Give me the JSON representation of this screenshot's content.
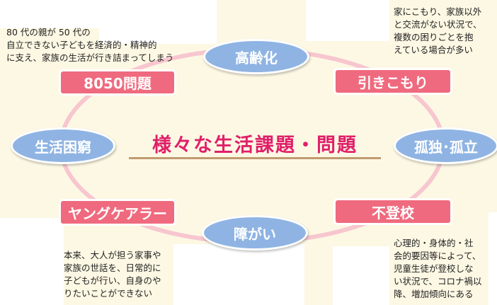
{
  "center_title": "様々な生活課題・問題",
  "issues": {
    "elderly": "高齢化",
    "withdrawal": "引きこもり",
    "isolation": "孤独･孤立",
    "truancy": "不登校",
    "disability": "障がい",
    "young_carer": "ヤングケアラー",
    "poverty": "生活困窮",
    "problem_8050": "8050問題"
  },
  "notes": {
    "problem_8050": "80 代の親が 50 代の\n自立できない子どもを経済的・精神的\nに支え、家族の生活が行き詰まってしまう",
    "withdrawal": "家にこもり、家族以外\nと交流がない状況で、\n複数の困りごとを抱\nえている場合が多い",
    "truancy": "心理的・身体的・社\n会的要因等によって、\n児童生徒が登校しな\nい状況で、コロナ禍以\n降、増加傾向にある",
    "young_carer": "本来、大人が担う家事や\n家族の世話を、日常的に\n子どもが行い、自身のや\nりたいことができない"
  },
  "colors": {
    "ellipse": "#8fb4e3",
    "pill": "#ef6a7e",
    "title": "#e0206a",
    "ring": "#f7c6cf",
    "cream": "#fdf8e4"
  }
}
